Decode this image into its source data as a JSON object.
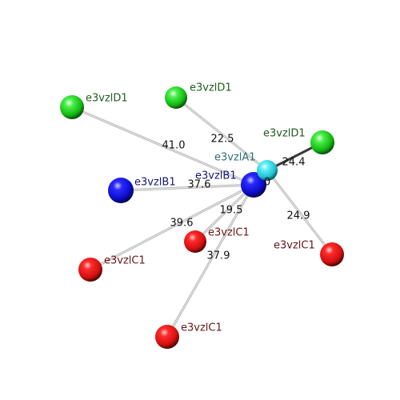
{
  "colors": {
    "green": "#1ecf1e",
    "blue": "#1010d8",
    "red": "#e01010",
    "cyan": "#30d8e8",
    "label_green": "#1f5c1f",
    "label_blue": "#15157a",
    "label_red": "#6a1414",
    "label_cyan": "#2c6e76"
  },
  "atoms": [
    {
      "id": "A1",
      "label": "e3vzlA1",
      "element": "cyan"
    },
    {
      "id": "B1a",
      "label": "e3vzlB1",
      "element": "blue"
    },
    {
      "id": "B1b",
      "label": "e3vzlB1",
      "element": "blue"
    },
    {
      "id": "D1a",
      "label": "e3vzlD1",
      "element": "green"
    },
    {
      "id": "D1b",
      "label": "e3vzlD1",
      "element": "green"
    },
    {
      "id": "D1c",
      "label": "e3vzlD1",
      "element": "green"
    },
    {
      "id": "C1a",
      "label": "e3vzlC1",
      "element": "red"
    },
    {
      "id": "C1b",
      "label": "e3vzlC1",
      "element": "red"
    },
    {
      "id": "C1c",
      "label": "e3vzlC1",
      "element": "red"
    },
    {
      "id": "C1d",
      "label": "e3vzlC1",
      "element": "red"
    }
  ],
  "bonds": [
    {
      "from": "A1",
      "to": "D1c",
      "style": "dark"
    },
    {
      "from": "A1",
      "to": "B1a",
      "style": "dark"
    }
  ],
  "distances": [
    {
      "from": "B1a",
      "to": "D1a",
      "value": "41.0"
    },
    {
      "from": "A1",
      "to": "D1b",
      "value": "22.5"
    },
    {
      "from": "A1",
      "to": "D1c",
      "value": "24.4"
    },
    {
      "from": "B1a",
      "to": "B1b",
      "value": "37.6"
    },
    {
      "from": "B1a",
      "to": "C1b",
      "value": "39.6"
    },
    {
      "from": "B1a",
      "to": "C1a",
      "value": "19.5"
    },
    {
      "from": "B1a",
      "to": "C1d",
      "value": "37.9"
    },
    {
      "from": "A1",
      "to": "C1c",
      "value": "24.9"
    },
    {
      "from": "A1",
      "to": "B1a",
      "value": "0"
    }
  ]
}
